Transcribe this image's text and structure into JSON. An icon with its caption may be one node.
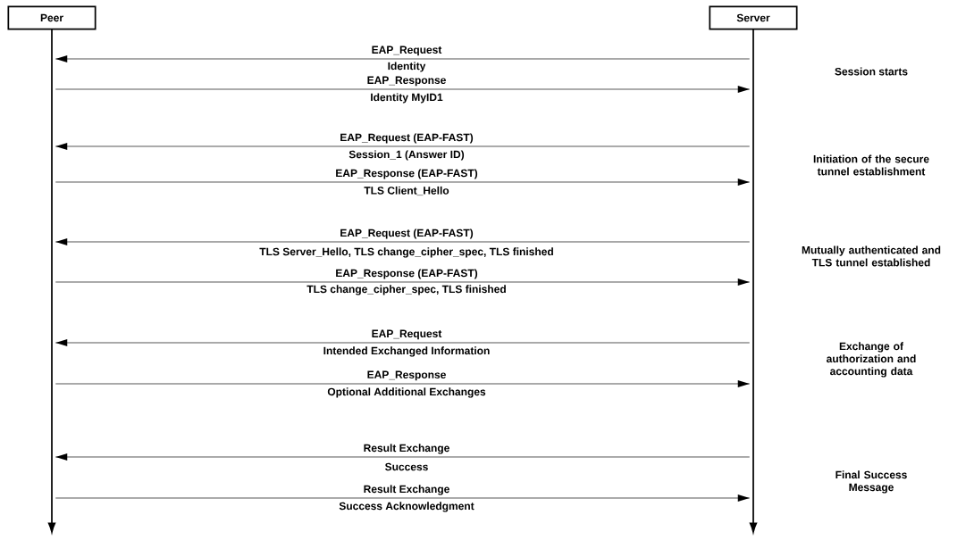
{
  "diagram": {
    "nodes": [
      {
        "text": [
          "Peer"
        ]
      },
      {
        "text": [
          "Server"
        ]
      },
      {
        "text": [],
        "shape": "arrow"
      },
      {
        "text": [],
        "shape": "arrow"
      }
    ],
    "edges": [
      {
        "from": 3,
        "to": 2,
        "arrow": "to",
        "label": "EAP_Request"
      },
      {
        "from": 2,
        "to": 3,
        "arrow": "to",
        "label": "EAP_Response"
      },
      {
        "from": 3,
        "to": 2,
        "arrow": "to",
        "label": "EAP_Request (EAP-FAST)"
      },
      {
        "from": 2,
        "to": 3,
        "arrow": "to",
        "label": "EAP_Response (EAP-FAST)"
      },
      {
        "from": 3,
        "to": 2,
        "arrow": "to",
        "label": "EAP_Request (EAP-FAST)"
      },
      {
        "from": 2,
        "to": 3,
        "arrow": "to",
        "label": "EAP_Response (EAP-FAST)"
      },
      {
        "from": 3,
        "to": 2,
        "arrow": "to",
        "label": "EAP_Request"
      },
      {
        "from": 2,
        "to": 3,
        "arrow": "to",
        "label": "EAP_Response"
      },
      {
        "from": 3,
        "to": 2,
        "arrow": "to",
        "label": "Result Exchange"
      },
      {
        "from": 2,
        "to": 3,
        "arrow": "to",
        "label": "Result Exchange"
      }
    ],
    "labels": [
      "Identity",
      "Session starts",
      "Identity MyID1",
      "Session_1 (Answer ID)",
      "Initiation of the secure tunnel establishment",
      "TLS Client_Hello",
      "TLS Server_Hello, TLS change_cipher_spec, TLS finished",
      "Mutually authenticated and TLS tunnel established",
      "TLS change_cipher_spec, TLS finished",
      "Intended Exchanged Information",
      "Exchange of authorization and accounting data",
      "Optional Additional Exchanges",
      "Success",
      "Final Success Message",
      "Success Acknowledgment"
    ]
  }
}
